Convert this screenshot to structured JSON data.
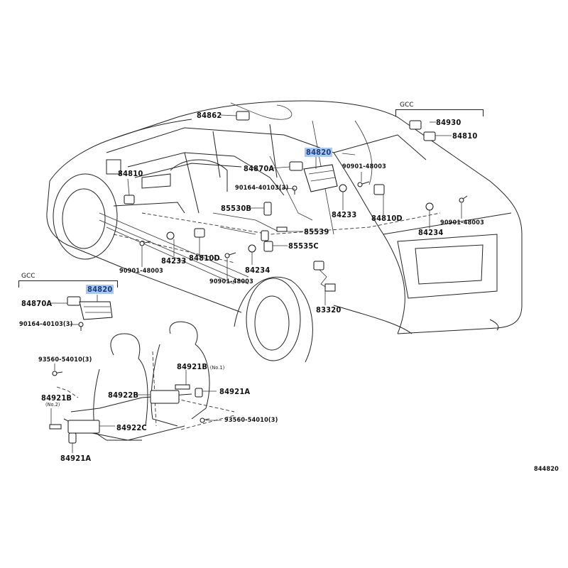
{
  "diagram": {
    "figure_code": "844820",
    "groups": [
      {
        "id": "gcc-right",
        "label": "GCC"
      },
      {
        "id": "gcc-left",
        "label": "GCC"
      }
    ],
    "labels": {
      "p84862": "84862",
      "p84930": "84930",
      "p84810_gcc": "84810",
      "p84820_main": "84820",
      "p84810_left": "84810",
      "p84870A_main": "84870A",
      "p90901_48003_a": "90901-48003",
      "p90164_40103_main": "90164-40103(3)",
      "p85530B": "85530B",
      "p84233_a": "84233",
      "p84810D_a": "84810D",
      "p85539": "85539",
      "p84234_a": "84234",
      "p90901_48003_b": "90901-48003",
      "p85535C": "85535C",
      "p90901_48003_c": "90901-48003",
      "p84233_b": "84233",
      "p84810D_b": "84810D",
      "p84234_b": "84234",
      "p90901_48003_d": "90901-48003",
      "p83320": "83320",
      "p84820_gcc": "84820",
      "p84870A_gcc": "84870A",
      "p90164_40103_gcc": "90164-40103(3)",
      "p93560_54010_a": "93560-54010(3)",
      "p84921B_no1": "84921B",
      "note_no1": "(No.1)",
      "p84921B_no2": "84921B",
      "note_no2": "(No.2)",
      "p84922B": "84922B",
      "p84921A_a": "84921A",
      "p93560_54010_b": "93560-54010(3)",
      "p84922C": "84922C",
      "p84921A_b": "84921A"
    },
    "highlight_color": "#a9c8f0"
  }
}
